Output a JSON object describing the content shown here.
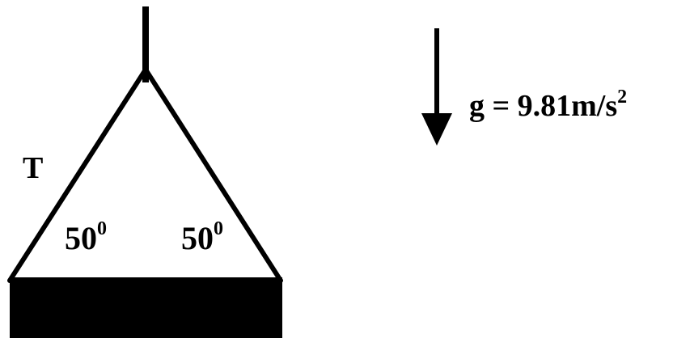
{
  "labels": {
    "tension": "T",
    "angle_left": "50",
    "angle_left_degree": "0",
    "angle_right": "50",
    "angle_right_degree": "0",
    "gravity": "g = 9.81m/s",
    "gravity_exponent": "2"
  },
  "colors": {
    "ink": "#000000",
    "background": "#ffffff"
  }
}
